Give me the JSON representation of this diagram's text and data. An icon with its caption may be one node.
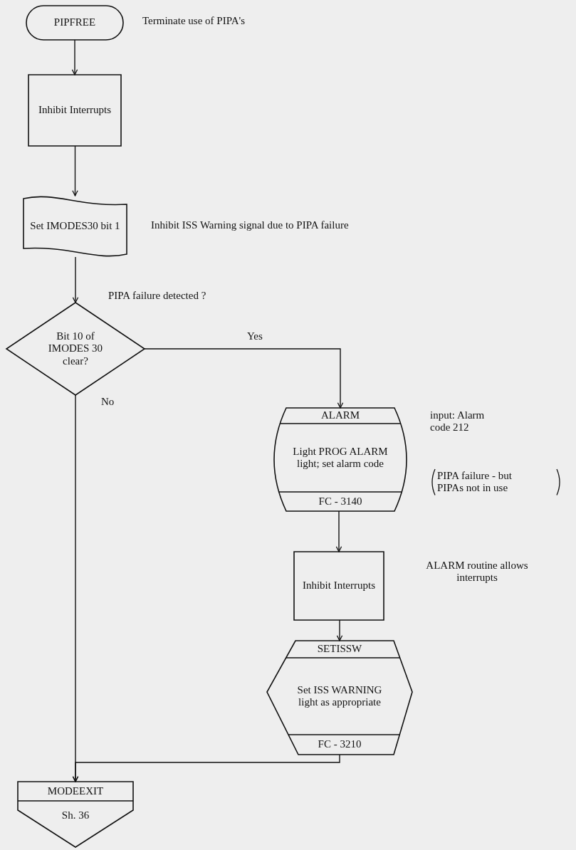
{
  "diagram": {
    "nodes": [
      {
        "text": [
          "PIPFREE"
        ],
        "beside": [
          "Terminate use of PIPA's"
        ]
      },
      {
        "text": [
          "Inhibit Interrupts"
        ]
      },
      {
        "text": [
          "Set IMODES30 bit 1"
        ],
        "beside": [
          "Inhibit ISS Warning signal due to PIPA failure"
        ]
      },
      {
        "text": [
          "Bit 10 of IMODES 30 clear?"
        ],
        "beside": [
          "PIPA failure detected ?"
        ]
      },
      {
        "text": [
          "ALARM",
          "Light PROG ALARM light; set alarm code",
          "FC - 3140"
        ],
        "beside": [
          "input: Alarm code 212",
          "PIPA failure - but PIPAs not in use"
        ]
      },
      {
        "text": [
          "Inhibit Interrupts"
        ],
        "beside": [
          "ALARM routine allows interrupts"
        ]
      },
      {
        "text": [
          "SETISSW",
          "Set ISS WARNING light as appropriate",
          "FC - 3210"
        ]
      },
      {
        "text": [
          "MODEEXIT",
          "Sh. 36"
        ]
      }
    ],
    "edges": [
      {
        "from": 0,
        "to": 1,
        "arrow": "to"
      },
      {
        "from": 1,
        "to": 2,
        "arrow": "to"
      },
      {
        "from": 2,
        "to": 3,
        "arrow": "to"
      },
      {
        "from": 3,
        "to": 4,
        "arrow": "to",
        "label": "Yes"
      },
      {
        "from": 3,
        "to": 7,
        "arrow": "to",
        "label": "No"
      },
      {
        "from": 4,
        "to": 5,
        "arrow": "to"
      },
      {
        "from": 5,
        "to": 6,
        "arrow": "to"
      },
      {
        "from": 6,
        "to": 7,
        "arrow": "to"
      }
    ]
  }
}
